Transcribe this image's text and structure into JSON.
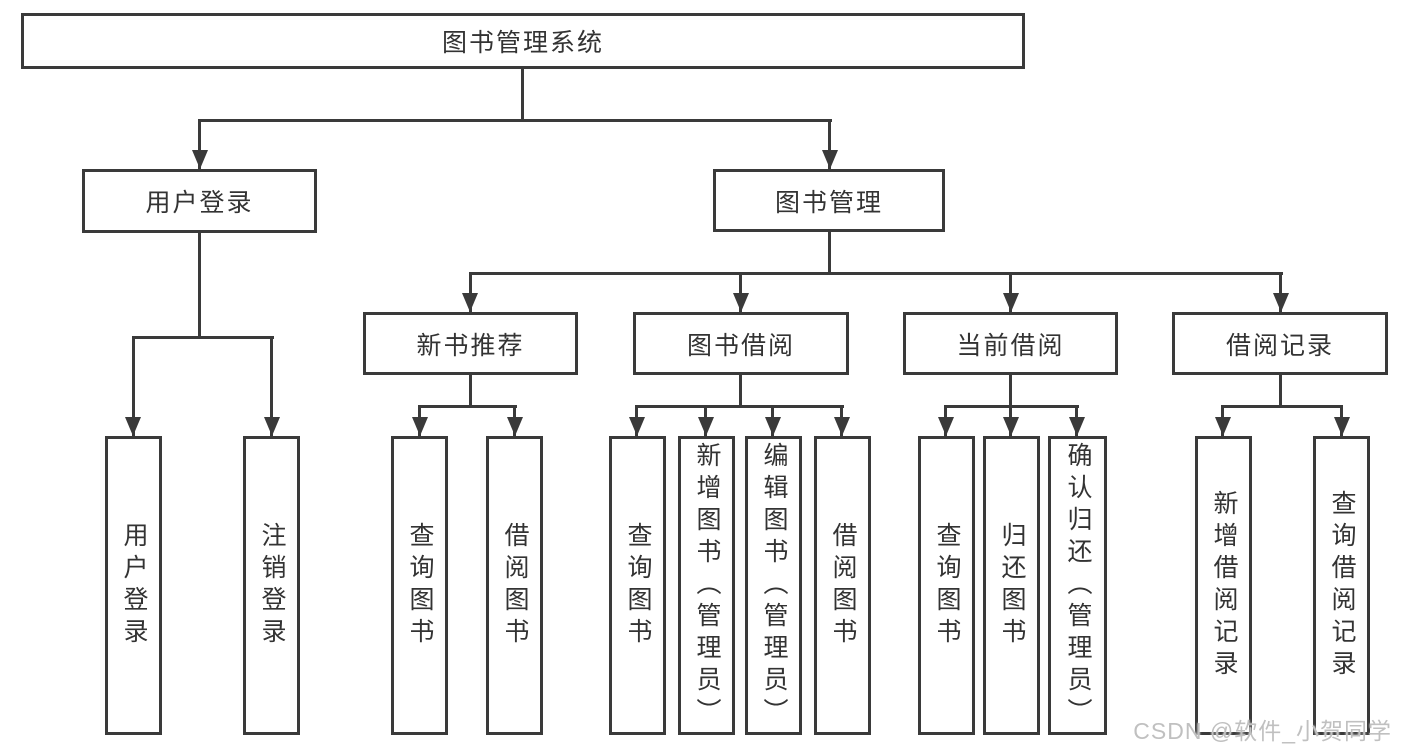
{
  "diagram": {
    "title": "图书管理系统",
    "watermark": "CSDN @软件_小贺同学",
    "colors": {
      "line": "#3a3a3a",
      "text": "#333333",
      "canvas": "#ffffff",
      "watermark": "#c0c0c0"
    },
    "nodes": {
      "root": {
        "label": "图书管理系统"
      },
      "user_login": {
        "label": "用户登录"
      },
      "book_mgmt": {
        "label": "图书管理"
      },
      "new_books": {
        "label": "新书推荐"
      },
      "book_borrow": {
        "label": "图书借阅"
      },
      "current_borrow": {
        "label": "当前借阅"
      },
      "borrow_records": {
        "label": "借阅记录"
      },
      "user_login_leaf": {
        "label": "用户登录"
      },
      "logout_leaf": {
        "label": "注销登录"
      },
      "nb_query": {
        "label": "查询图书"
      },
      "nb_borrow": {
        "label": "借阅图书"
      },
      "bb_query": {
        "label": "查询图书"
      },
      "bb_add": {
        "label": "新增图书（管理员）"
      },
      "bb_edit": {
        "label": "编辑图书（管理员）"
      },
      "bb_borrow": {
        "label": "借阅图书"
      },
      "cb_query": {
        "label": "查询图书"
      },
      "cb_return": {
        "label": "归还图书"
      },
      "cb_confirm": {
        "label": "确认归还（管理员）"
      },
      "br_add": {
        "label": "新增借阅记录"
      },
      "br_query": {
        "label": "查询借阅记录"
      }
    }
  }
}
